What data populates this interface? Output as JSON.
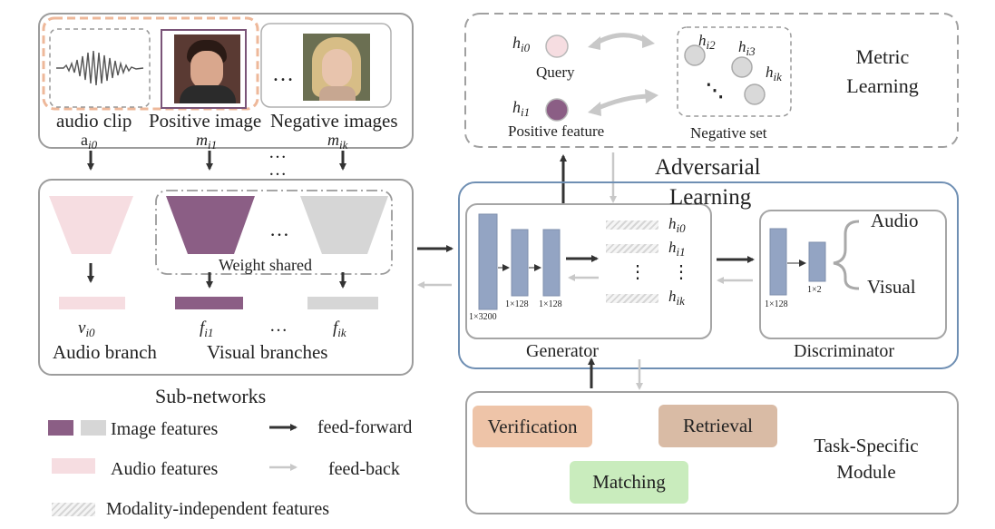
{
  "inputs": {
    "audio_clip": "audio clip",
    "audio_var": "a",
    "audio_sub": "i0",
    "positive_image": "Positive image",
    "positive_var": "m",
    "positive_sub": "i1",
    "negative_images": "Negative images",
    "negative_var": "m",
    "negative_sub": "ik",
    "ellipsis": "…",
    "dots_below": "…"
  },
  "subnetworks": {
    "title": "Sub-networks",
    "weight_shared": "Weight shared",
    "audio_feature_var": "v",
    "audio_feature_sub": "i0",
    "visual_feature1_var": "f",
    "visual_feature1_sub": "i1",
    "visual_featurek_var": "f",
    "visual_featurek_sub": "ik",
    "audio_branch": "Audio branch",
    "visual_branches": "Visual branches",
    "ellipsis": "…"
  },
  "metric": {
    "title_line1": "Metric",
    "title_line2": "Learning",
    "query_var": "h",
    "query_sub": "i0",
    "query_label": "Query",
    "positive_var": "h",
    "positive_sub": "i1",
    "positive_label": "Positive feature",
    "neg_h2_sub": "i2",
    "neg_h3_sub": "i3",
    "neg_hk_sub": "ik",
    "neg_var": "h",
    "negative_set": "Negative set",
    "dots": "⋱"
  },
  "adversarial": {
    "title_line1": "Adversarial",
    "title_line2": "Learning",
    "generator": "Generator",
    "discriminator": "Discriminator",
    "dim_3200": "1×3200",
    "dim_128a": "1×128",
    "dim_128b": "1×128",
    "dim_128c": "1×128",
    "dim_2": "1×2",
    "h_var": "h",
    "h0_sub": "i0",
    "h1_sub": "i1",
    "hk_sub": "ik",
    "vdots": "⋮",
    "audio": "Audio",
    "visual": "Visual"
  },
  "task": {
    "title_line1": "Task-Specific",
    "title_line2": "Module",
    "verification": "Verification",
    "retrieval": "Retrieval",
    "matching": "Matching"
  },
  "legend": {
    "image_features": "Image features",
    "audio_features": "Audio features",
    "modality_independent": "Modality-independent features",
    "feed_forward": "feed-forward",
    "feed_back": "feed-back"
  },
  "colors": {
    "purple": "#8b5e85",
    "pink": "#f6dde1",
    "gray": "#d6d6d6",
    "blue_bar": "#93a4c3",
    "adv_border": "#6f8fb3",
    "verification": "#eec4a8",
    "retrieval": "#d9bba5",
    "matching": "#c9ecbd"
  }
}
